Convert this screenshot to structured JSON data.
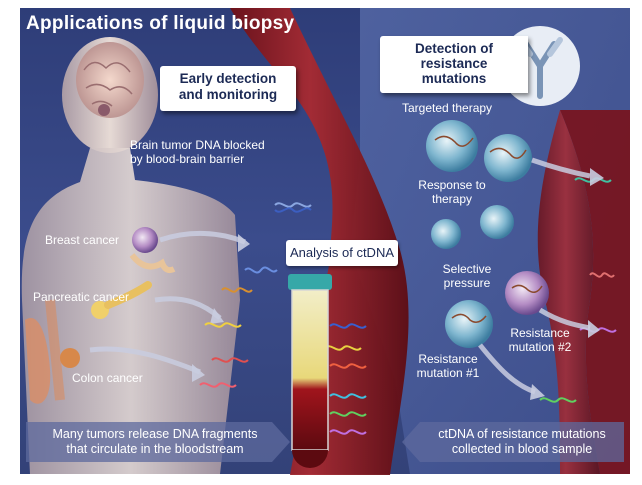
{
  "title": "Applications of liquid biopsy",
  "boxes": {
    "early_line1": "Early detection",
    "early_line2": "and monitoring",
    "resist_line1": "Detection of",
    "resist_line2": "resistance",
    "resist_line3": "mutations",
    "ctdna": "Analysis of ctDNA"
  },
  "labels": {
    "brain_line1": "Brain tumor DNA blocked",
    "brain_line2": "by blood-brain barrier",
    "breast": "Breast cancer",
    "pancreatic": "Pancreatic cancer",
    "colon": "Colon cancer",
    "targeted": "Targeted therapy",
    "response_line1": "Response to",
    "response_line2": "therapy",
    "selective_line1": "Selective",
    "selective_line2": "pressure",
    "res2_line1": "Resistance",
    "res2_line2": "mutation #2",
    "res1_line1": "Resistance",
    "res1_line2": "mutation #1"
  },
  "bottom": {
    "left_line1": "Many tumors release DNA fragments",
    "left_line2": "that circulate in the bloodstream",
    "right_line1": "ctDNA of resistance mutations",
    "right_line2": "collected in blood sample"
  },
  "colors": {
    "panel_left": "#3a4a86",
    "panel_right": "#4d5e9c",
    "vessel": "#8e1d24",
    "title_text": "#ffffff",
    "box_text": "#1c2a55"
  },
  "icons": [
    "brain-icon",
    "antibody-icon",
    "test-tube-icon",
    "dna-fragment-icon",
    "tumor-cell-icon",
    "arrow-icon"
  ]
}
